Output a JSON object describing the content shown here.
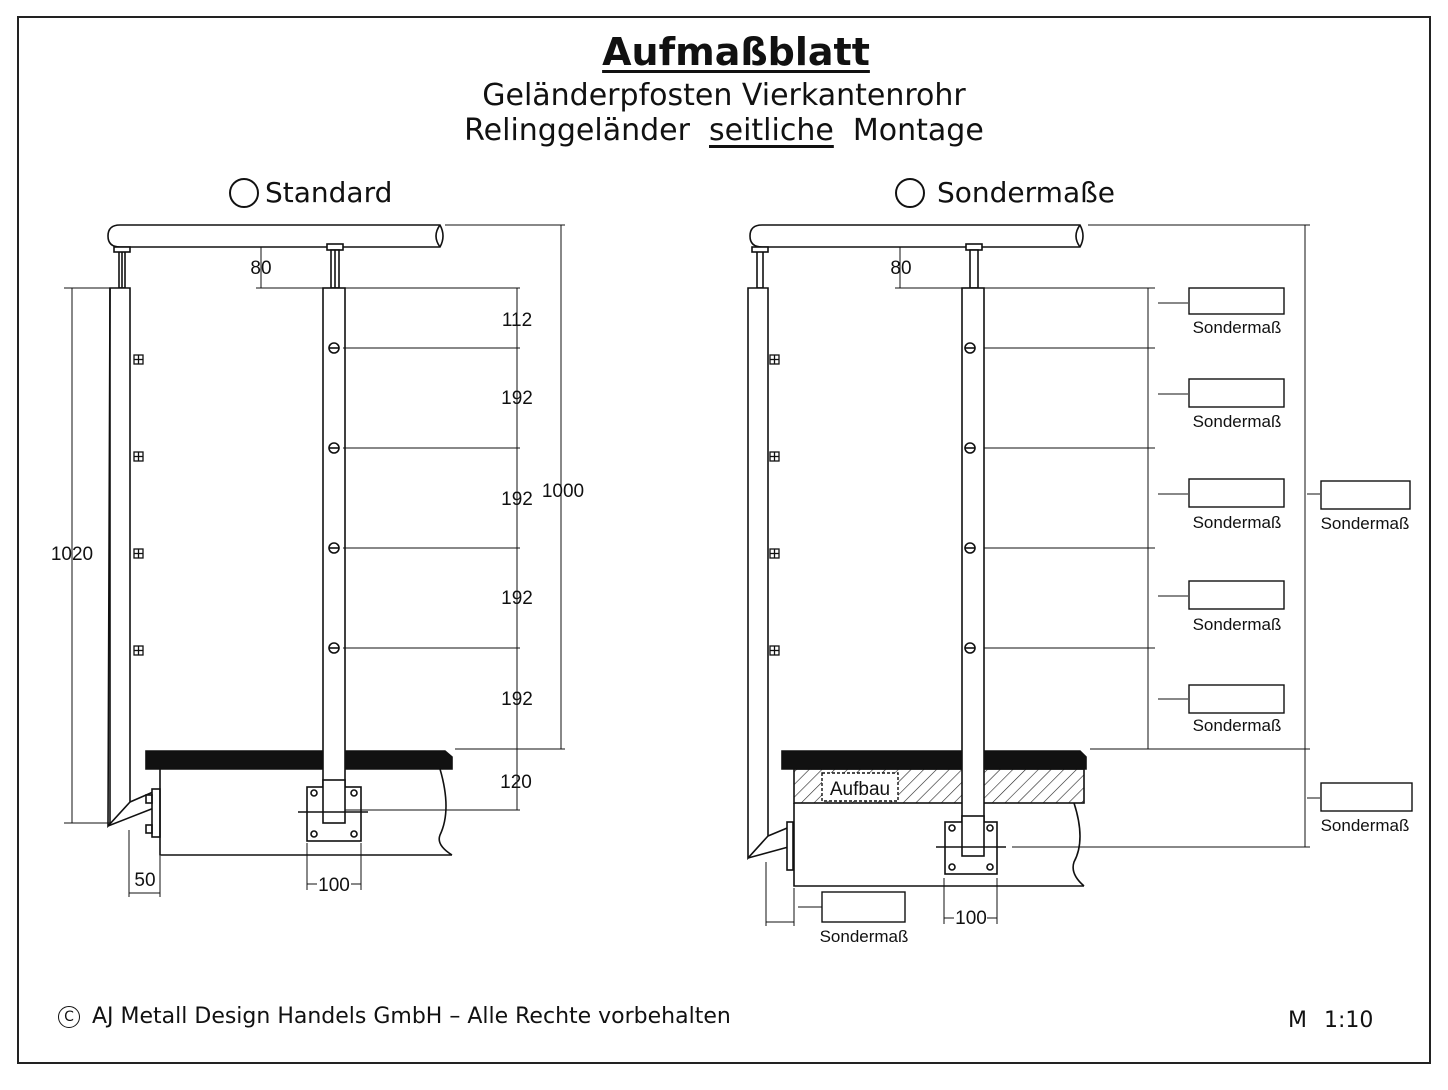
{
  "header": {
    "title": "Aufmaßblatt",
    "subtitle_1": "Geländerpfosten Vierkantenrohr",
    "subtitle_2_pre": "Relinggeländer",
    "subtitle_2_mid": "seitliche",
    "subtitle_2_post": "Montage"
  },
  "options": {
    "standard": "Standard",
    "custom": "Sondermaße"
  },
  "standard_dims": {
    "handrail_gap": "80",
    "hole_1": "112",
    "hole_2": "192",
    "hole_3": "192",
    "hole_4": "192",
    "hole_5": "192",
    "height_total": "1000",
    "post_length": "1020",
    "bottom": "120",
    "wall_offset": "50",
    "plate_width": "100"
  },
  "custom_dims": {
    "handrail_gap": "80",
    "plate_width": "100",
    "field_label": "Sondermaß",
    "aufbau_label": "Aufbau"
  },
  "footer": {
    "copyright_symbol": "C",
    "copyright": "AJ Metall Design Handels GmbH – Alle Rechte vorbehalten",
    "scale": "M 1:10"
  }
}
